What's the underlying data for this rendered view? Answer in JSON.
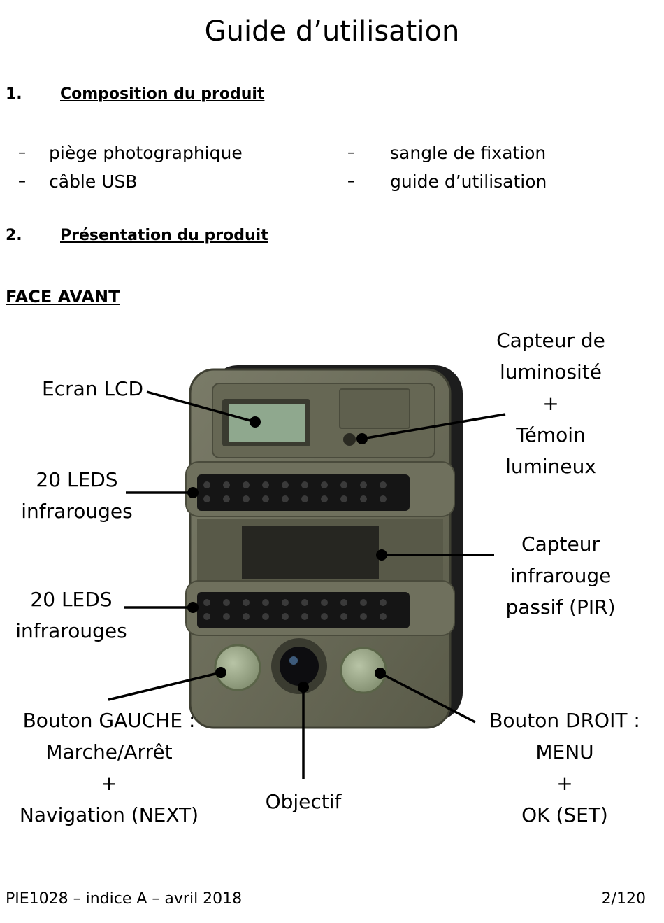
{
  "title": "Guide d’utilisation",
  "section1": {
    "number": "1.",
    "title": "Composition du produit"
  },
  "components": {
    "dash": "–",
    "items": [
      "piège photographique",
      "sangle de fixation",
      "câble USB",
      "guide d’utilisation"
    ]
  },
  "section2": {
    "number": "2.",
    "title": "Présentation du produit"
  },
  "front_heading": "FACE AVANT",
  "labels": {
    "lcd": "Ecran LCD",
    "light_sensor": [
      "Capteur de",
      "luminosité",
      "+",
      "Témoin",
      "lumineux"
    ],
    "leds_top": [
      "20 LEDS",
      "infrarouges"
    ],
    "leds_bottom": [
      "20 LEDS",
      "infrarouges"
    ],
    "pir": [
      "Capteur",
      "infrarouge",
      "passif (PIR)"
    ],
    "left_button": [
      "Bouton GAUCHE :",
      "Marche/Arrêt",
      "+",
      "Navigation (NEXT)"
    ],
    "lens": "Objectif",
    "right_button": [
      "Bouton DROIT :",
      "MENU",
      "+",
      "OK (SET)"
    ]
  },
  "footer": {
    "reference": "PIE1028 – indice A – avril 2018",
    "page": "2/120"
  },
  "colors": {
    "body": "#6a6b58",
    "body_dark": "#4d4e3f",
    "lcd": "#8fa88e",
    "led_strip": "#151515",
    "rubber": "#1d1d1d"
  }
}
